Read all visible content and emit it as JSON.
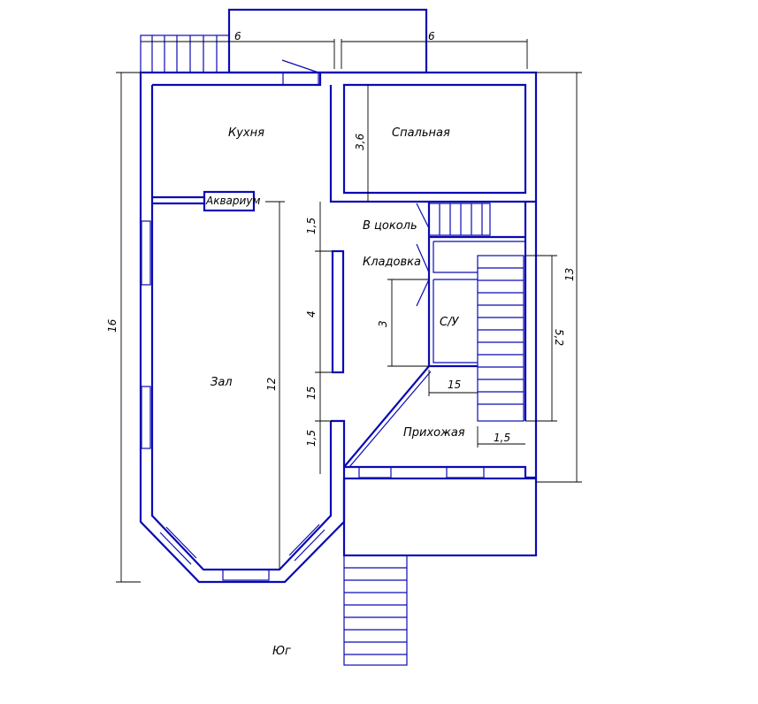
{
  "rooms": {
    "kitchen": "Кухня",
    "bedroom": "Спальная",
    "hall": "Зал",
    "aquarium": "Аквариум",
    "basement": "В цоколь",
    "pantry": "Кладовка",
    "bathroom": "С/У",
    "entrance": "Прихожая"
  },
  "compass": {
    "south": "Юг"
  },
  "dimensions": {
    "top_left": "6",
    "top_right": "6",
    "overall_height": "16",
    "right_height": "13",
    "bedroom_depth": "3,6",
    "hall_length": "12",
    "corridor_a": "1,5",
    "corridor_b": "4",
    "corridor_c": "15",
    "corridor_d": "1,5",
    "bathroom_len": "3",
    "stair_len": "5,2",
    "stair_width": "15",
    "entrance_step": "1,5"
  }
}
